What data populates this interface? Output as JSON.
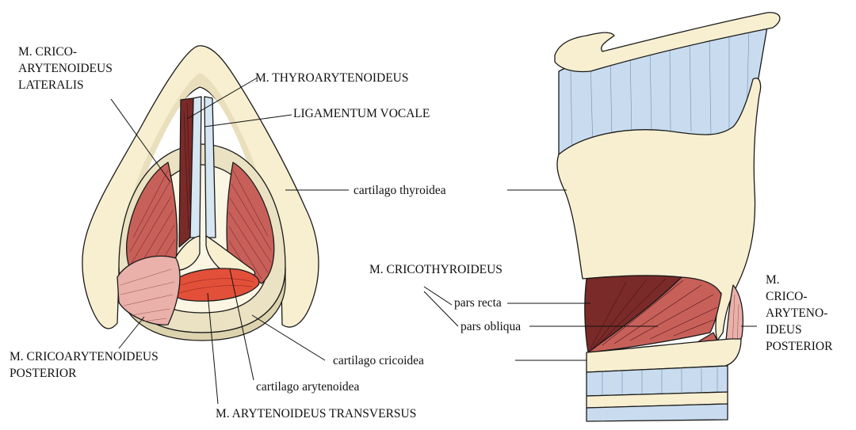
{
  "colors": {
    "cartilage": "#f7efd0",
    "cartilage_shade": "#e6dbb8",
    "muscle": "#c8605a",
    "muscle_dark": "#7a2a28",
    "muscle_pink": "#eab0aa",
    "muscle_transverse": "#e2503a",
    "ligament": "#d6e6f2",
    "membrane": "#c9dcef",
    "outline": "#1a1a1a"
  },
  "labels": {
    "crico_lateralis": "M. CRICO-\nARYTENOIDEUS\nLATERALIS",
    "thyroarytenoideus": "M. THYROARYTENOIDEUS",
    "ligamentum_vocale": "LIGAMENTUM VOCALE",
    "cartilago_thyroidea": "cartilago thyroidea",
    "cricothyroideus": "M. CRICOTHYROIDEUS",
    "pars_recta": "pars recta",
    "pars_obliqua": "pars obliqua",
    "cartilago_cricoidea": "cartilago cricoidea",
    "cartilago_arytenoidea": "cartilago arytenoidea",
    "arytenoideus_transversus": "M. ARYTENOIDEUS TRANSVERSUS",
    "cricoarytenoideus_posterior_left": "M. CRICOARYTENOIDEUS\nPOSTERIOR",
    "cricoarytenoideus_posterior_right": "M.\nCRICO-\nARYTENO-\nIDEUS\nPOSTERIOR"
  }
}
